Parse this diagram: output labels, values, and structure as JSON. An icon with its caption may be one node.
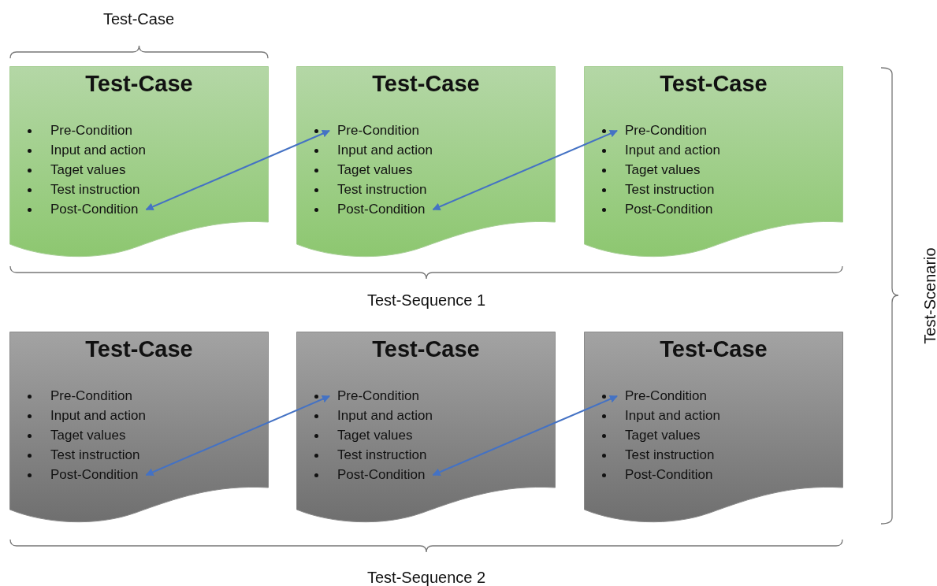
{
  "diagram": {
    "nodes": [
      {
        "text": [
          "Test-Case"
        ]
      },
      {
        "text": [
          "Pre-Condition"
        ],
        "in": 0
      },
      {
        "text": [
          "Input and action"
        ],
        "in": 0
      },
      {
        "text": [
          "Taget values"
        ],
        "in": 0
      },
      {
        "text": [
          "Test instruction"
        ],
        "in": 0
      },
      {
        "text": [
          "Post-Condition"
        ],
        "in": 0
      },
      {
        "text": [
          "Test-Case"
        ]
      },
      {
        "text": [
          "Pre-Condition"
        ],
        "in": 6
      },
      {
        "text": [
          "Input and action"
        ],
        "in": 6
      },
      {
        "text": [
          "Taget values"
        ],
        "in": 6
      },
      {
        "text": [
          "Test instruction"
        ],
        "in": 6
      },
      {
        "text": [
          "Post-Condition"
        ],
        "in": 6
      },
      {
        "text": [
          "Test-Case"
        ]
      },
      {
        "text": [
          "Pre-Condition"
        ],
        "in": 12
      },
      {
        "text": [
          "Input and action"
        ],
        "in": 12
      },
      {
        "text": [
          "Taget values"
        ],
        "in": 12
      },
      {
        "text": [
          "Test instruction"
        ],
        "in": 12
      },
      {
        "text": [
          "Post-Condition"
        ],
        "in": 12
      },
      {
        "text": [
          "Test-Case"
        ]
      },
      {
        "text": [
          "Pre-Condition"
        ],
        "in": 18
      },
      {
        "text": [
          "Input and action"
        ],
        "in": 18
      },
      {
        "text": [
          "Taget values"
        ],
        "in": 18
      },
      {
        "text": [
          "Test instruction"
        ],
        "in": 18
      },
      {
        "text": [
          "Post-Condition"
        ],
        "in": 18
      },
      {
        "text": [
          "Test-Case"
        ]
      },
      {
        "text": [
          "Pre-Condition"
        ],
        "in": 24
      },
      {
        "text": [
          "Input and action"
        ],
        "in": 24
      },
      {
        "text": [
          "Taget values"
        ],
        "in": 24
      },
      {
        "text": [
          "Test instruction"
        ],
        "in": 24
      },
      {
        "text": [
          "Post-Condition"
        ],
        "in": 24
      },
      {
        "text": [
          "Test-Case"
        ]
      },
      {
        "text": [
          "Pre-Condition"
        ],
        "in": 30
      },
      {
        "text": [
          "Input and action"
        ],
        "in": 30
      },
      {
        "text": [
          "Taget values"
        ],
        "in": 30
      },
      {
        "text": [
          "Test instruction"
        ],
        "in": 30
      },
      {
        "text": [
          "Post-Condition"
        ],
        "in": 30
      }
    ],
    "edges": [
      {
        "from": 5,
        "to": 7,
        "arrow": "both"
      },
      {
        "from": 11,
        "to": 13,
        "arrow": "both"
      },
      {
        "from": 23,
        "to": 25,
        "arrow": "both"
      },
      {
        "from": 29,
        "to": 31,
        "arrow": "both"
      }
    ],
    "labels": [
      "Test-Case",
      "Test-Sequence 1",
      "Test-Scenario",
      "Test-Sequence 2"
    ]
  }
}
